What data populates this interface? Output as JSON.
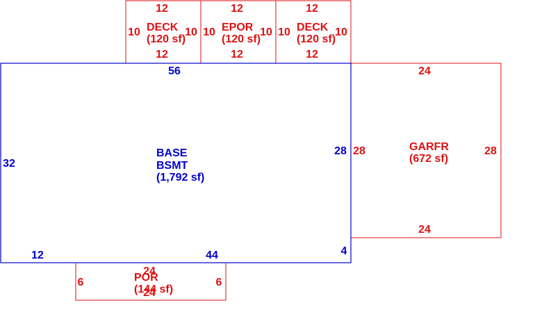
{
  "colors": {
    "main": "#0000cc",
    "addon": "#dd1111",
    "background": "#ffffff"
  },
  "areas": {
    "base": {
      "line1": "BASE",
      "line2": "BSMT",
      "line3": "(1,792 sf)",
      "dims": {
        "top": "56",
        "left": "32",
        "right_upper": "28",
        "right_lower": "4",
        "bottom_left": "12",
        "bottom_right": "44"
      }
    },
    "deck_left": {
      "line1": "DECK",
      "line2": "(120 sf)",
      "dims": {
        "top": "12",
        "bottom": "12",
        "left": "10",
        "right": "10"
      }
    },
    "epor": {
      "line1": "EPOR",
      "line2": "(120 sf)",
      "dims": {
        "top": "12",
        "bottom": "12",
        "left": "10",
        "right": "10"
      }
    },
    "deck_right": {
      "line1": "DECK",
      "line2": "(120 sf)",
      "dims": {
        "top": "12",
        "bottom": "12",
        "left": "10",
        "right": "10"
      }
    },
    "garage": {
      "line1": "GARFR",
      "line2": "(672 sf)",
      "dims": {
        "top": "24",
        "bottom": "24",
        "left": "28",
        "right": "28"
      }
    },
    "porch": {
      "line1": "POR",
      "line2": "(144 sf)",
      "dims": {
        "top": "24",
        "bottom": "24",
        "left": "6",
        "right": "6"
      }
    }
  }
}
